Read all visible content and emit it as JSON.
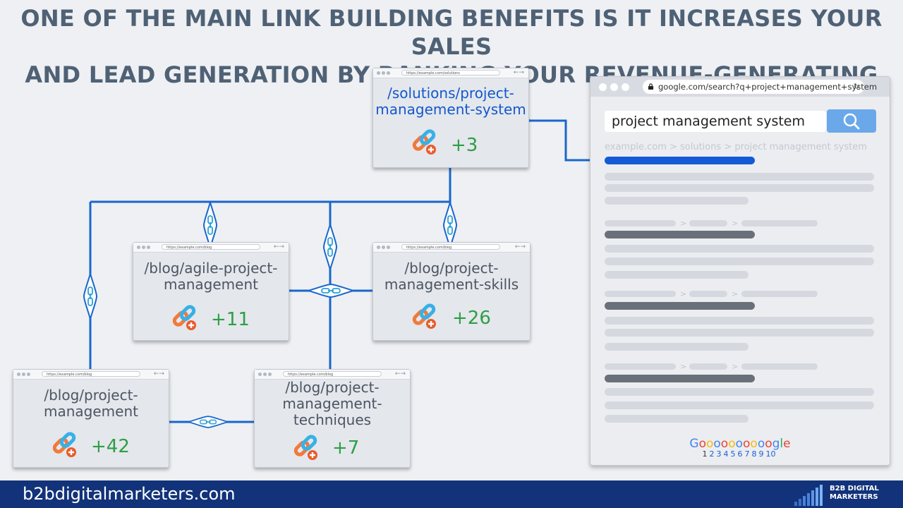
{
  "title_lines": [
    "ONE OF THE MAIN LINK BUILDING BENEFITS IS IT INCREASES YOUR SALES",
    "AND LEAD GENERATION BY RANKING YOUR REVENUE-GENERATING PAGES"
  ],
  "pages": {
    "solutions": {
      "url": "https://example.com/solutions",
      "title_lines": [
        "/solutions/project-",
        "management-system"
      ],
      "count": "+3"
    },
    "agile": {
      "url": "https://example.com/blog",
      "title_lines": [
        "/blog/agile-project-",
        "management"
      ],
      "count": "+11"
    },
    "skills": {
      "url": "https://example.com/blog",
      "title_lines": [
        "/blog/project-",
        "management-skills"
      ],
      "count": "+26"
    },
    "pm": {
      "url": "https://example.com/blog",
      "title_lines": [
        "/blog/project-",
        "management"
      ],
      "count": "+42"
    },
    "techniques": {
      "url": "https://example.com/blog",
      "title_lines": [
        "/blog/project-",
        "management-",
        "techniques"
      ],
      "count": "+7"
    }
  },
  "serp": {
    "url": "google.com/search?q+project+management+system",
    "query": "project management system",
    "breadcrumb": "example.com  >  solutions  >  project management system",
    "logo_letters": [
      "G",
      "o",
      "o",
      "o",
      "o",
      "o",
      "o",
      "o",
      "o",
      "o",
      "o",
      "g",
      "l",
      "e"
    ],
    "logo_colors": [
      "#4285f4",
      "#ea4335",
      "#fbbc05",
      "#4285f4",
      "#ea4335",
      "#fbbc05",
      "#4285f4",
      "#ea4335",
      "#fbbc05",
      "#4285f4",
      "#ea4335",
      "#4285f4",
      "#34a853",
      "#ea4335"
    ],
    "pagination": [
      "1",
      "2",
      "3",
      "4",
      "5",
      "6",
      "7",
      "8",
      "9",
      "10"
    ]
  },
  "footer": {
    "site": "b2bdigitalmarketers.com",
    "brand_lines": [
      "B2B DIGITAL",
      "MARKETERS"
    ]
  },
  "colors": {
    "accent_blue": "#1458cc",
    "count_green": "#2e9e45",
    "title_gray": "#4f6175",
    "footer_navy": "#12337a"
  }
}
